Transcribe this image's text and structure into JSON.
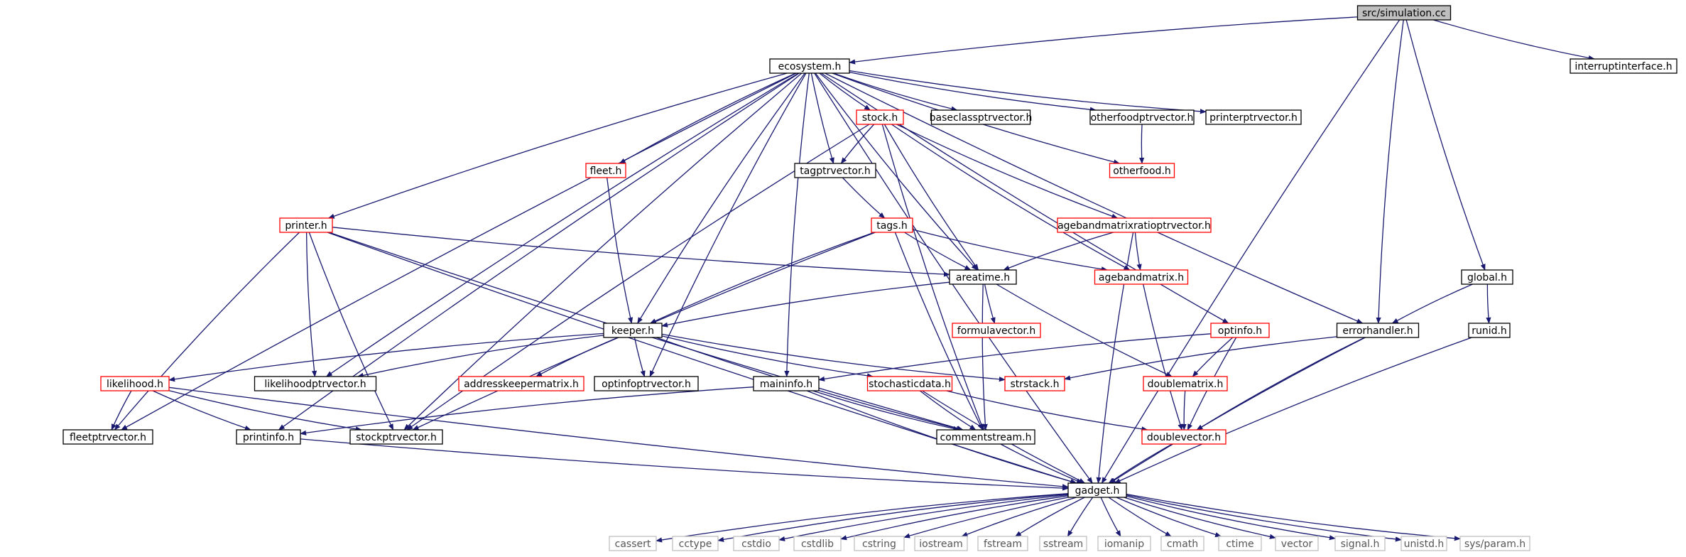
{
  "colors": {
    "edge": "#191970",
    "normal_border": "#000000",
    "red_border": "#ff0000",
    "grey_border": "#bfbfbf",
    "root_fill": "#bfbfbf",
    "text": "#000000",
    "system_text": "#555555"
  },
  "nodes": [
    {
      "id": "simulation",
      "label": "src/simulation.cc",
      "style": "root"
    },
    {
      "id": "ecosystem",
      "label": "ecosystem.h",
      "style": "normal"
    },
    {
      "id": "interruptinterface",
      "label": "interruptinterface.h",
      "style": "normal"
    },
    {
      "id": "stock",
      "label": "stock.h",
      "style": "red"
    },
    {
      "id": "baseclassptrvector",
      "label": "baseclassptrvector.h",
      "style": "normal"
    },
    {
      "id": "otherfoodptrvector",
      "label": "otherfoodptrvector.h",
      "style": "normal"
    },
    {
      "id": "printerptrvector",
      "label": "printerptrvector.h",
      "style": "normal"
    },
    {
      "id": "fleet",
      "label": "fleet.h",
      "style": "red"
    },
    {
      "id": "tagptrvector",
      "label": "tagptrvector.h",
      "style": "normal"
    },
    {
      "id": "otherfood",
      "label": "otherfood.h",
      "style": "red"
    },
    {
      "id": "printer",
      "label": "printer.h",
      "style": "red"
    },
    {
      "id": "tags",
      "label": "tags.h",
      "style": "red"
    },
    {
      "id": "agebandmatrixratioptrvector",
      "label": "agebandmatrixratioptrvector.h",
      "style": "red"
    },
    {
      "id": "areatime",
      "label": "areatime.h",
      "style": "normal"
    },
    {
      "id": "agebandmatrix",
      "label": "agebandmatrix.h",
      "style": "red"
    },
    {
      "id": "global",
      "label": "global.h",
      "style": "normal"
    },
    {
      "id": "formulavector",
      "label": "formulavector.h",
      "style": "red"
    },
    {
      "id": "keeper",
      "label": "keeper.h",
      "style": "normal"
    },
    {
      "id": "optinfo",
      "label": "optinfo.h",
      "style": "red"
    },
    {
      "id": "errorhandler",
      "label": "errorhandler.h",
      "style": "normal"
    },
    {
      "id": "runid",
      "label": "runid.h",
      "style": "normal"
    },
    {
      "id": "likelihood",
      "label": "likelihood.h",
      "style": "red"
    },
    {
      "id": "likelihoodptrvector",
      "label": "likelihoodptrvector.h",
      "style": "normal"
    },
    {
      "id": "addresskeepermatrix",
      "label": "addresskeepermatrix.h",
      "style": "red"
    },
    {
      "id": "optinfoptrvector",
      "label": "optinfoptrvector.h",
      "style": "normal"
    },
    {
      "id": "maininfo",
      "label": "maininfo.h",
      "style": "normal"
    },
    {
      "id": "stochasticdata",
      "label": "stochasticdata.h",
      "style": "red"
    },
    {
      "id": "strstack",
      "label": "strstack.h",
      "style": "red"
    },
    {
      "id": "doublematrix",
      "label": "doublematrix.h",
      "style": "red"
    },
    {
      "id": "fleetptrvector",
      "label": "fleetptrvector.h",
      "style": "normal"
    },
    {
      "id": "printinfo",
      "label": "printinfo.h",
      "style": "normal"
    },
    {
      "id": "stockptrvector",
      "label": "stockptrvector.h",
      "style": "normal"
    },
    {
      "id": "commentstream",
      "label": "commentstream.h",
      "style": "normal"
    },
    {
      "id": "doublevector",
      "label": "doublevector.h",
      "style": "red"
    },
    {
      "id": "gadget",
      "label": "gadget.h",
      "style": "normal"
    },
    {
      "id": "cassert",
      "label": "cassert",
      "style": "system"
    },
    {
      "id": "cctype",
      "label": "cctype",
      "style": "system"
    },
    {
      "id": "cstdio",
      "label": "cstdio",
      "style": "system"
    },
    {
      "id": "cstdlib",
      "label": "cstdlib",
      "style": "system"
    },
    {
      "id": "cstring",
      "label": "cstring",
      "style": "system"
    },
    {
      "id": "iostream",
      "label": "iostream",
      "style": "system"
    },
    {
      "id": "fstream",
      "label": "fstream",
      "style": "system"
    },
    {
      "id": "sstream",
      "label": "sstream",
      "style": "system"
    },
    {
      "id": "iomanip",
      "label": "iomanip",
      "style": "system"
    },
    {
      "id": "cmath",
      "label": "cmath",
      "style": "system"
    },
    {
      "id": "ctime",
      "label": "ctime",
      "style": "system"
    },
    {
      "id": "vector",
      "label": "vector",
      "style": "system"
    },
    {
      "id": "signal",
      "label": "signal.h",
      "style": "system"
    },
    {
      "id": "unistd",
      "label": "unistd.h",
      "style": "system"
    },
    {
      "id": "sysparam",
      "label": "sys/param.h",
      "style": "system"
    }
  ],
  "edges": [
    [
      "simulation",
      "ecosystem"
    ],
    [
      "simulation",
      "interruptinterface"
    ],
    [
      "simulation",
      "errorhandler"
    ],
    [
      "simulation",
      "global"
    ],
    [
      "simulation",
      "gadget"
    ],
    [
      "ecosystem",
      "stock"
    ],
    [
      "ecosystem",
      "baseclassptrvector"
    ],
    [
      "ecosystem",
      "otherfoodptrvector"
    ],
    [
      "ecosystem",
      "printerptrvector"
    ],
    [
      "ecosystem",
      "fleet"
    ],
    [
      "ecosystem",
      "tagptrvector"
    ],
    [
      "ecosystem",
      "otherfood"
    ],
    [
      "ecosystem",
      "printer"
    ],
    [
      "ecosystem",
      "areatime"
    ],
    [
      "ecosystem",
      "keeper"
    ],
    [
      "ecosystem",
      "optinfo"
    ],
    [
      "ecosystem",
      "errorhandler"
    ],
    [
      "ecosystem",
      "likelihoodptrvector"
    ],
    [
      "ecosystem",
      "optinfoptrvector"
    ],
    [
      "ecosystem",
      "maininfo"
    ],
    [
      "ecosystem",
      "fleetptrvector"
    ],
    [
      "ecosystem",
      "printinfo"
    ],
    [
      "ecosystem",
      "stockptrvector"
    ],
    [
      "ecosystem",
      "gadget"
    ],
    [
      "otherfoodptrvector",
      "otherfood"
    ],
    [
      "stock",
      "tagptrvector"
    ],
    [
      "stock",
      "areatime"
    ],
    [
      "stock",
      "agebandmatrix"
    ],
    [
      "stock",
      "agebandmatrixratioptrvector"
    ],
    [
      "stock",
      "commentstream"
    ],
    [
      "stock",
      "stockptrvector"
    ],
    [
      "tagptrvector",
      "tags"
    ],
    [
      "fleet",
      "keeper"
    ],
    [
      "printer",
      "areatime"
    ],
    [
      "printer",
      "likelihoodptrvector"
    ],
    [
      "printer",
      "fleetptrvector"
    ],
    [
      "printer",
      "stockptrvector"
    ],
    [
      "printer",
      "commentstream"
    ],
    [
      "printer",
      "gadget"
    ],
    [
      "tags",
      "areatime"
    ],
    [
      "tags",
      "agebandmatrix"
    ],
    [
      "tags",
      "keeper"
    ],
    [
      "tags",
      "stockptrvector"
    ],
    [
      "tags",
      "commentstream"
    ],
    [
      "agebandmatrixratioptrvector",
      "areatime"
    ],
    [
      "agebandmatrixratioptrvector",
      "agebandmatrix"
    ],
    [
      "agebandmatrixratioptrvector",
      "gadget"
    ],
    [
      "areatime",
      "keeper"
    ],
    [
      "areatime",
      "formulavector"
    ],
    [
      "areatime",
      "commentstream"
    ],
    [
      "areatime",
      "doublematrix"
    ],
    [
      "agebandmatrix",
      "doublevector"
    ],
    [
      "global",
      "errorhandler"
    ],
    [
      "global",
      "runid"
    ],
    [
      "keeper",
      "likelihood"
    ],
    [
      "keeper",
      "likelihoodptrvector"
    ],
    [
      "keeper",
      "addresskeepermatrix"
    ],
    [
      "keeper",
      "optinfoptrvector"
    ],
    [
      "keeper",
      "stochasticdata"
    ],
    [
      "keeper",
      "strstack"
    ],
    [
      "keeper",
      "commentstream"
    ],
    [
      "optinfo",
      "maininfo"
    ],
    [
      "optinfo",
      "doublematrix"
    ],
    [
      "optinfo",
      "doublevector"
    ],
    [
      "errorhandler",
      "strstack"
    ],
    [
      "errorhandler",
      "doublevector"
    ],
    [
      "errorhandler",
      "gadget"
    ],
    [
      "runid",
      "gadget"
    ],
    [
      "likelihood",
      "fleetptrvector"
    ],
    [
      "likelihood",
      "printinfo"
    ],
    [
      "likelihood",
      "stockptrvector"
    ],
    [
      "likelihood",
      "gadget"
    ],
    [
      "maininfo",
      "printinfo"
    ],
    [
      "maininfo",
      "commentstream"
    ],
    [
      "maininfo",
      "gadget"
    ],
    [
      "stochasticdata",
      "commentstream"
    ],
    [
      "stochasticdata",
      "doublevector"
    ],
    [
      "stochasticdata",
      "gadget"
    ],
    [
      "doublematrix",
      "doublevector"
    ],
    [
      "printinfo",
      "gadget"
    ],
    [
      "commentstream",
      "gadget"
    ],
    [
      "doublevector",
      "gadget"
    ],
    [
      "gadget",
      "cassert"
    ],
    [
      "gadget",
      "cctype"
    ],
    [
      "gadget",
      "cstdio"
    ],
    [
      "gadget",
      "cstdlib"
    ],
    [
      "gadget",
      "cstring"
    ],
    [
      "gadget",
      "iostream"
    ],
    [
      "gadget",
      "fstream"
    ],
    [
      "gadget",
      "sstream"
    ],
    [
      "gadget",
      "iomanip"
    ],
    [
      "gadget",
      "cmath"
    ],
    [
      "gadget",
      "ctime"
    ],
    [
      "gadget",
      "vector"
    ],
    [
      "gadget",
      "signal"
    ],
    [
      "gadget",
      "unistd"
    ],
    [
      "gadget",
      "sysparam"
    ]
  ]
}
